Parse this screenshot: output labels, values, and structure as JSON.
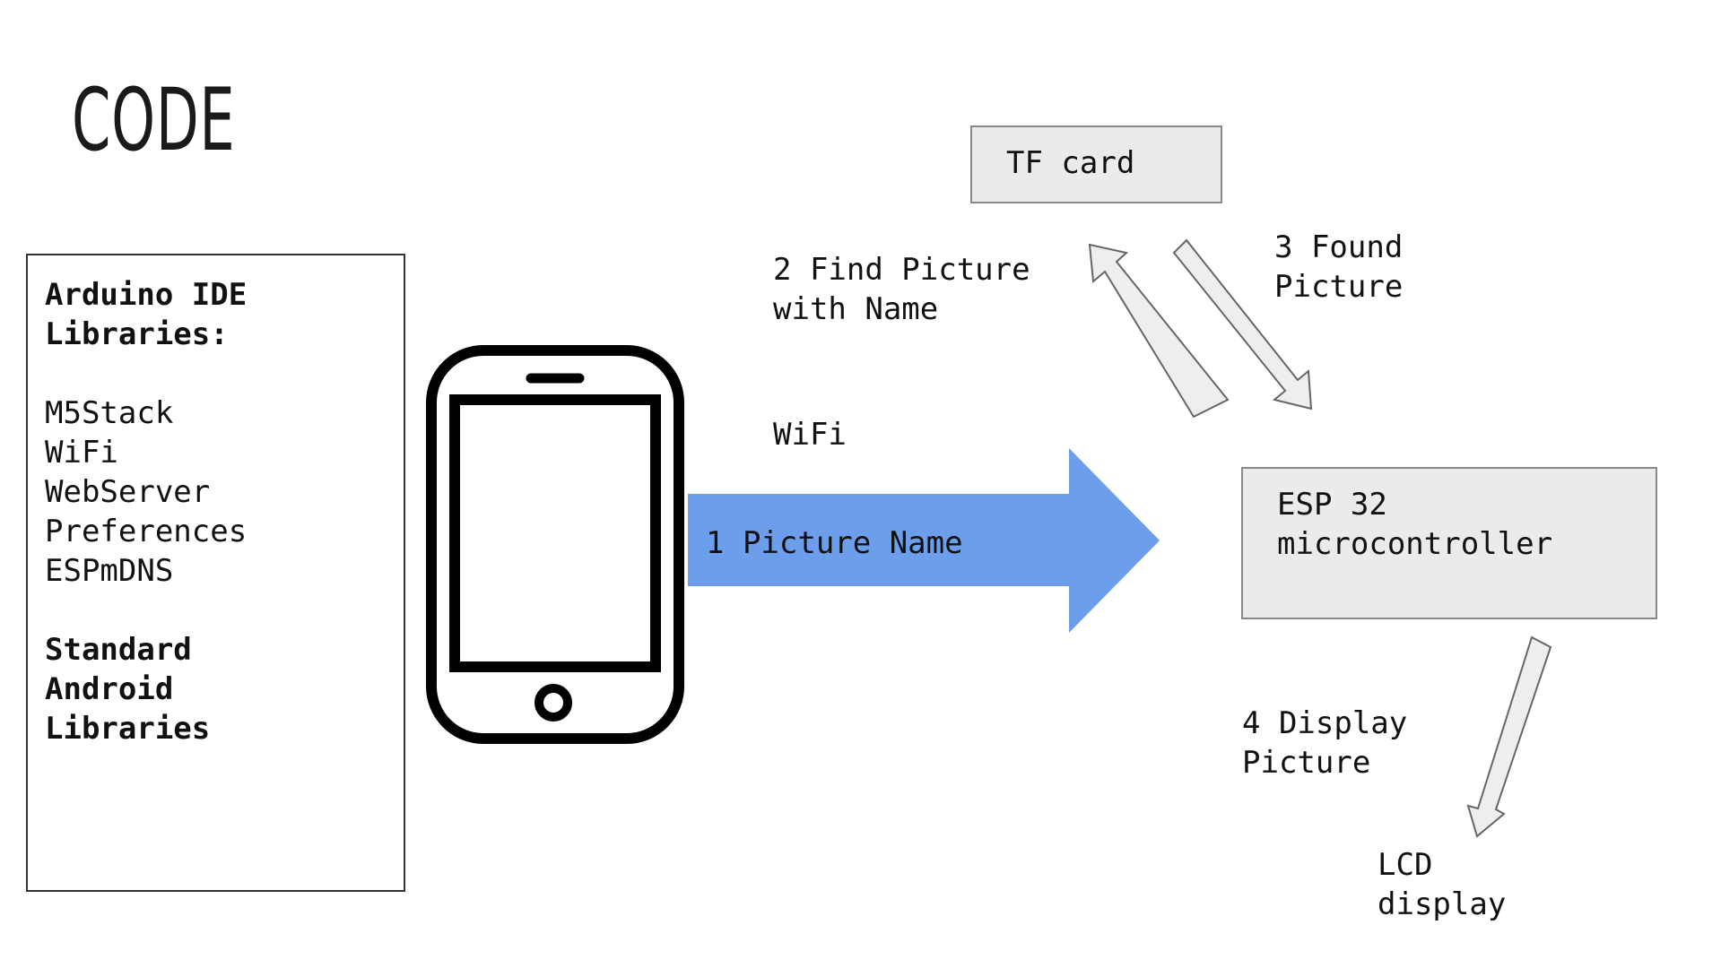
{
  "title": "CODE",
  "libraries": {
    "heading": "Arduino IDE\nLibraries:",
    "items": [
      "M5Stack",
      "WiFi",
      "WebServer",
      "Preferences",
      "ESPmDNS"
    ],
    "footer": "Standard\nAndroid\nLibraries"
  },
  "phone": {
    "icon": "smartphone-icon"
  },
  "nodes": {
    "tf_card": "TF card",
    "esp32": "ESP 32\nmicrocontroller",
    "lcd": "LCD\ndisplay"
  },
  "steps": {
    "wifi": "WiFi",
    "step1": "1 Picture Name",
    "step2": "2 Find Picture\nwith Name",
    "step3": "3 Found\nPicture",
    "step4": "4 Display\nPicture"
  },
  "colors": {
    "main_arrow": "#6d9eeb",
    "box_fill": "#ebebeb",
    "box_border": "#888888",
    "outline_arrow_fill": "#eeeeee",
    "outline_arrow_stroke": "#666666"
  }
}
